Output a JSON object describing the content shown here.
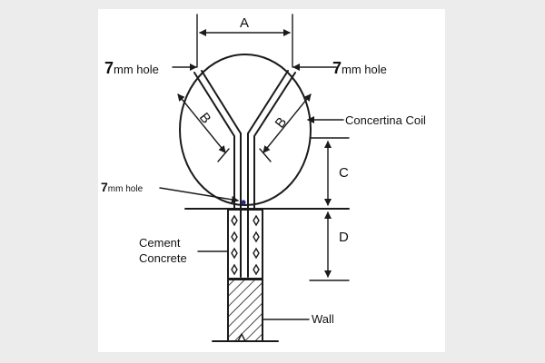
{
  "diagram": {
    "labels": {
      "dim_a": "A",
      "dim_b_left": "B",
      "dim_b_right": "B",
      "dim_c": "C",
      "dim_d": "D",
      "hole_left_num": "7",
      "hole_left_text": "mm hole",
      "hole_right_num": "7",
      "hole_right_text": "mm hole",
      "hole_bottom_num": "7",
      "hole_bottom_text": "mm hole",
      "concertina_coil": "Concertina Coil",
      "cement_line1": "Cement",
      "cement_line2": "Concrete",
      "wall": "Wall"
    },
    "colors": {
      "ink": "#1a1a1a",
      "paper": "#ffffff",
      "background": "#ececec",
      "hole_mark": "#2a2a8a"
    }
  }
}
